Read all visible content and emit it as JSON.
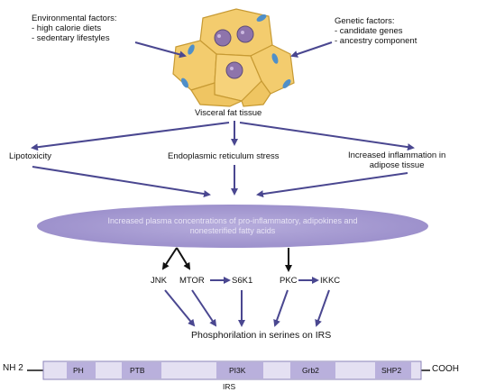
{
  "top": {
    "environmental": [
      "Environmental factors:",
      "- high calorie diets",
      "- sedentary lifestyles"
    ],
    "genetic": [
      "Genetic factors:",
      "- candidate genes",
      "- ancestry component"
    ],
    "tissue_label": "Visceral fat tissue"
  },
  "middle": {
    "lipotoxicity": "Lipotoxicity",
    "er_stress": "Endoplasmic reticulum stress",
    "inflammation": [
      "Increased inflammation in",
      "adipose tissue"
    ]
  },
  "ellipse_text": [
    "Increased plasma concentrations of pro-inflammatory, adipokines and",
    "nonesterified fatty acids"
  ],
  "kinases": {
    "jnk": "JNK",
    "mtor": "MTOR",
    "s6k1": "S6K1",
    "pkc": "PKC",
    "ikkc": "IKKC"
  },
  "phosphorylation": "Phosphorilation in serines on IRS",
  "irs": {
    "nh2": "NH 2",
    "cooh": "COOH",
    "domains": [
      "PH",
      "PTB",
      "PI3K",
      "Grb2",
      "SHP2"
    ],
    "label": "IRS"
  },
  "colors": {
    "fat_cell": "#f3cc6e",
    "fat_cell_edge": "#c79a33",
    "nucleus": "#8e74ab",
    "ellipse": "#a69bd1",
    "arrow": "#4a4790",
    "domain_fill": "#b9b0dc",
    "bar_fill": "#e4e0f2"
  }
}
